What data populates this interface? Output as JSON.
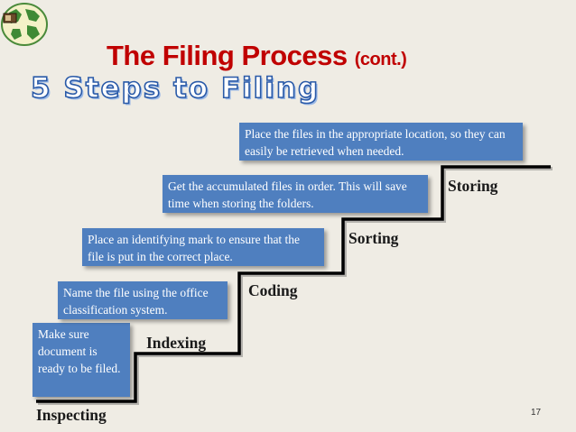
{
  "title": {
    "main": "The Filing Process",
    "suffix": "(cont.)"
  },
  "subtitle": "5 Steps to Filing",
  "steps": [
    {
      "label": "Inspecting",
      "description": "Make sure document is ready to be filed."
    },
    {
      "label": "Indexing",
      "description": "Name the file using the office classification system."
    },
    {
      "label": "Coding",
      "description": "Place an identifying mark to ensure that the file is put in the correct place."
    },
    {
      "label": "Sorting",
      "description": "Get the accumulated files in order. This will save time when storing the folders."
    },
    {
      "label": "Storing",
      "description": "Place the files in the appropriate location, so they can easily be retrieved when needed."
    }
  ],
  "page_number": "17",
  "colors": {
    "title": "#c00000",
    "box": "#4f7fbf",
    "background": "#efece4",
    "stairs": "#000000"
  },
  "logo_icon": "globe-logo-icon"
}
